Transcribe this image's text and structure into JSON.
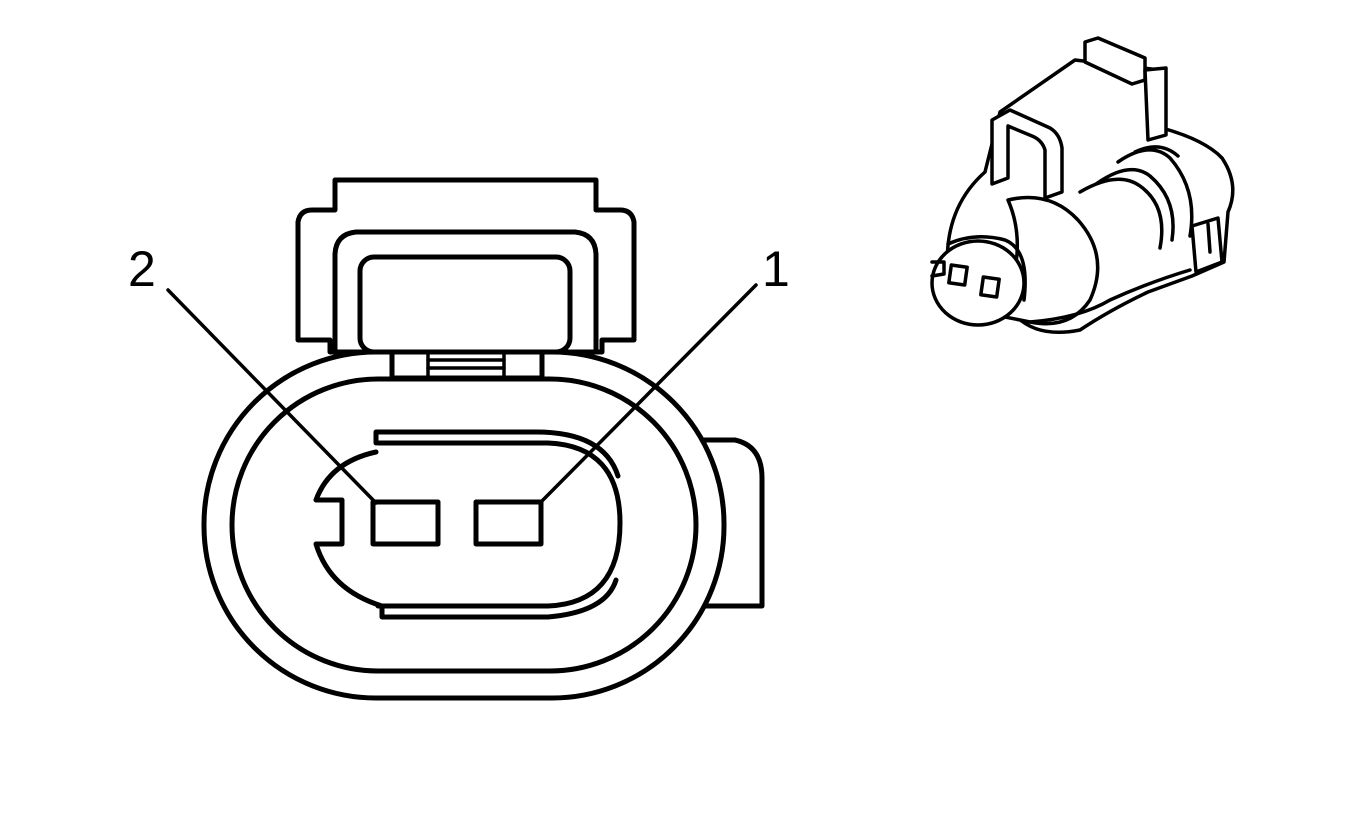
{
  "diagram": {
    "pins": [
      {
        "number": "1",
        "label": "1"
      },
      {
        "number": "2",
        "label": "2"
      }
    ],
    "colors": {
      "line": "#000000",
      "background": "#ffffff"
    }
  }
}
